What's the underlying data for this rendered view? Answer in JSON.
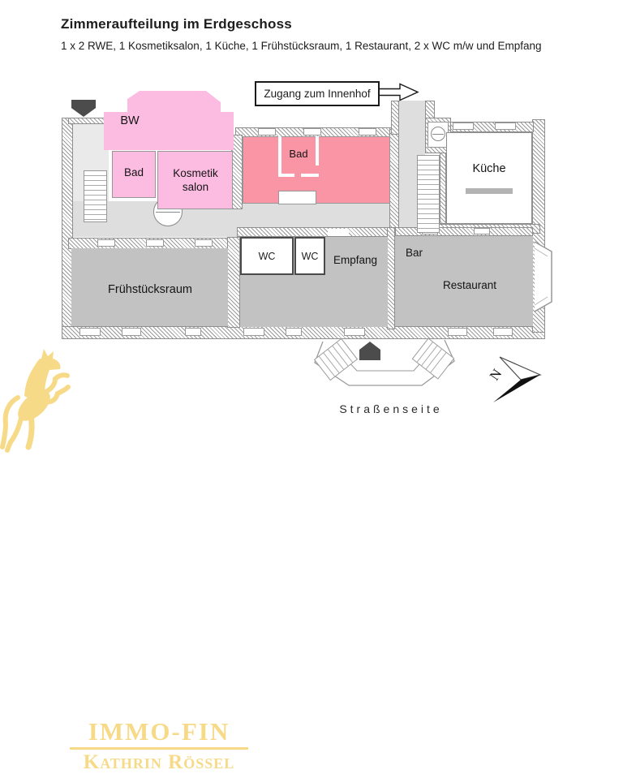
{
  "header": {
    "title": "Zimmeraufteilung im Erdgeschoss",
    "subtitle": "1 x 2 RWE, 1 Kosmetiksalon, 1 Küche, 1 Frühstücksraum, 1 Restaurant, 2 x WC m/w und Empfang"
  },
  "plan": {
    "courtyard_label": "Zugang zum Innenhof",
    "street_label": "Straßenseite",
    "compass": {
      "north_letter": "N"
    },
    "rooms": {
      "bw": "BW",
      "bad_left": "Bad",
      "kosmetik_line1": "Kosmetik",
      "kosmetik_line2": "salon",
      "bad_center": "Bad",
      "kueche": "Küche",
      "wc_left": "WC",
      "wc_right": "WC",
      "empfang": "Empfang",
      "bar": "Bar",
      "restaurant": "Restaurant",
      "fruehstuecksraum": "Frühstücksraum"
    }
  },
  "logo": {
    "line1": "IMMO-FIN",
    "line2": "Kathrin Rössel"
  },
  "colors": {
    "room_pink": "#fcbce2",
    "room_red": "#f995a5",
    "room_gray": "#c2c2c2",
    "corridor_gray": "#dedede",
    "logo_gold": "#f7da88",
    "arrow_dark": "#4c4c4c"
  }
}
